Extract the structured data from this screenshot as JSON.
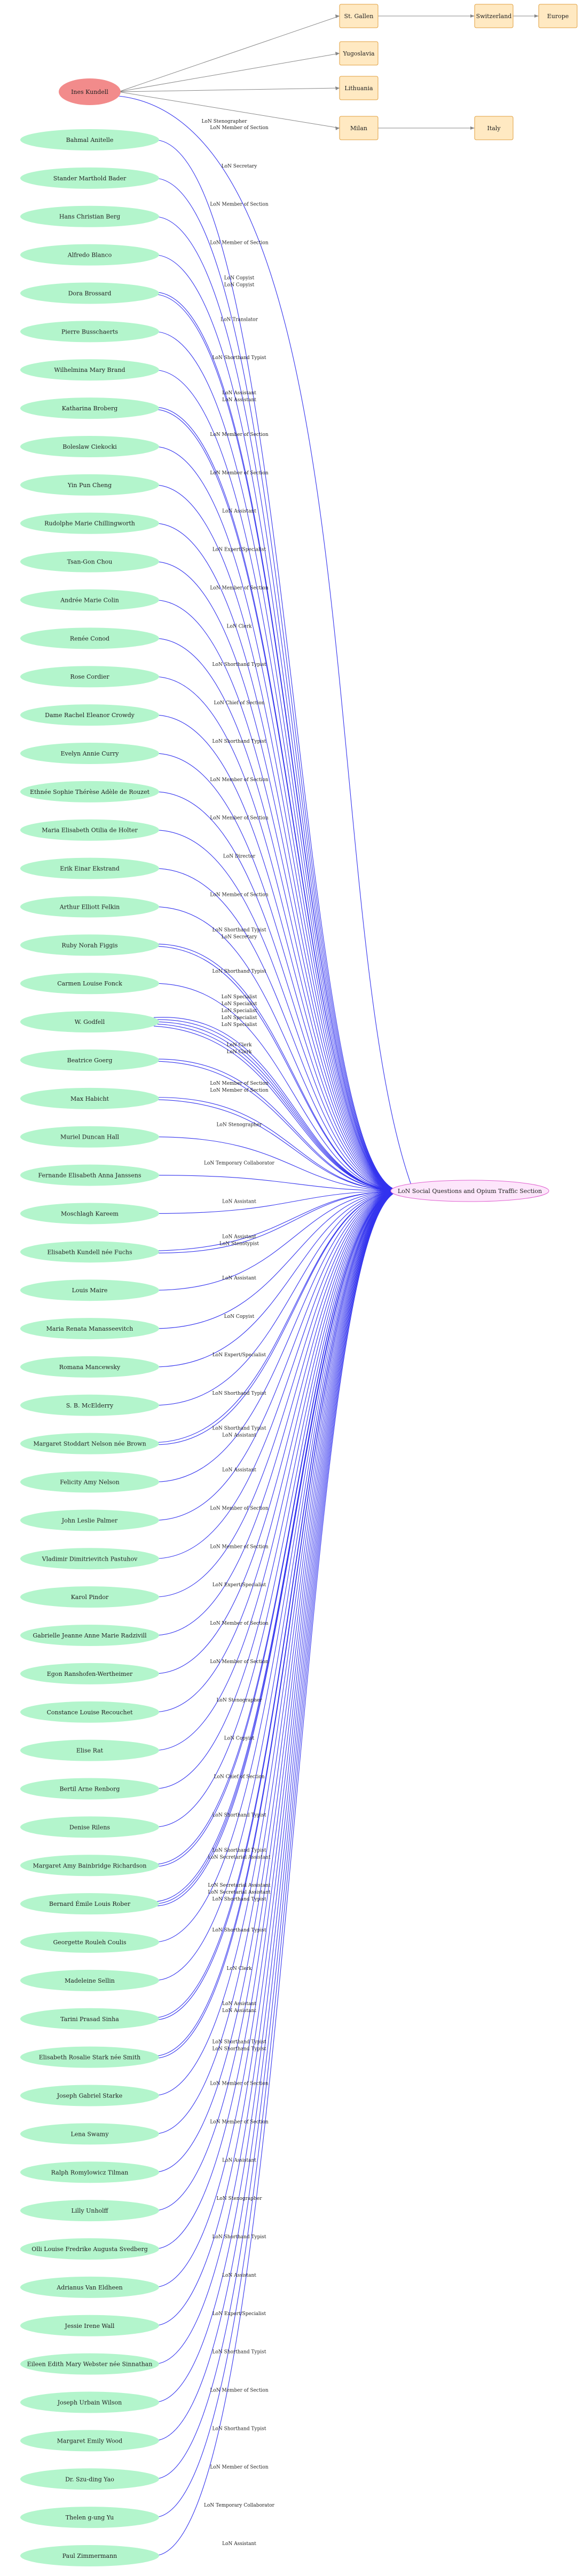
{
  "colors": {
    "person_fill": "#b3f5cc",
    "root_fill": "#f28b8b",
    "place_fill": "#ffe9c2",
    "place_stroke": "#e0a040",
    "hub_fill": "#fde6fb",
    "hub_stroke": "#e060d0",
    "edge_blue": "#3333ee",
    "edge_grey": "#888888"
  },
  "hub": {
    "label": "LoN Social Questions and Opium Traffic Section"
  },
  "root": {
    "label": "Ines Kundell"
  },
  "places": [
    {
      "id": "stgallen",
      "label": "St. Gallen"
    },
    {
      "id": "switzerland",
      "label": "Switzerland"
    },
    {
      "id": "europe",
      "label": "Europe"
    },
    {
      "id": "yugoslavia",
      "label": "Yugoslavia"
    },
    {
      "id": "lithuania",
      "label": "Lithuania"
    },
    {
      "id": "milan",
      "label": "Milan"
    },
    {
      "id": "italy",
      "label": "Italy"
    }
  ],
  "root_edges": [
    {
      "to": "stgallen",
      "label": ""
    },
    {
      "to": "yugoslavia",
      "label": ""
    },
    {
      "to": "lithuania",
      "label": ""
    },
    {
      "to": "milan",
      "label": ""
    },
    {
      "to": "hub",
      "label": "LoN Stenographer"
    }
  ],
  "place_edges": [
    {
      "from": "stgallen",
      "to": "switzerland"
    },
    {
      "from": "switzerland",
      "to": "europe"
    },
    {
      "from": "milan",
      "to": "italy"
    }
  ],
  "people": [
    {
      "label": "Bahmal Anitelle",
      "edges": [
        "LoN Member of Section"
      ]
    },
    {
      "label": "Stander Marthold Bader",
      "edges": [
        "LoN Secretary"
      ]
    },
    {
      "label": "Hans Christian Berg",
      "edges": [
        "LoN Member of Section"
      ]
    },
    {
      "label": "Alfredo Blanco",
      "edges": [
        "LoN Member of Section"
      ]
    },
    {
      "label": "Dora Brossard",
      "edges": [
        "LoN Copyist",
        "LoN Copyist"
      ]
    },
    {
      "label": "Pierre Busschaerts",
      "edges": [
        "LoN Translator"
      ]
    },
    {
      "label": "Wilhelmina Mary Brand",
      "edges": [
        "LoN Shorthand Typist"
      ]
    },
    {
      "label": "Katharina Broberg",
      "edges": [
        "LoN Assistant",
        "LoN Assistant"
      ]
    },
    {
      "label": "Boleslaw Ciekocki",
      "edges": [
        "LoN Member of Section"
      ]
    },
    {
      "label": "Yin Pun Cheng",
      "edges": [
        "LoN Member of Section"
      ]
    },
    {
      "label": "Rudolphe Marie Chillingworth",
      "edges": [
        "LoN Assistant"
      ]
    },
    {
      "label": "Tsan-Gon Chou",
      "edges": [
        "LoN Expert/Specialist"
      ]
    },
    {
      "label": "Andrée Marie Colin",
      "edges": [
        "LoN Member of Section"
      ]
    },
    {
      "label": "Renée Conod",
      "edges": [
        "LoN Clerk"
      ]
    },
    {
      "label": "Rose Cordier",
      "edges": [
        "LoN Shorthand Typist"
      ]
    },
    {
      "label": "Dame Rachel Eleanor Crowdy",
      "edges": [
        "LoN Chief of Section"
      ]
    },
    {
      "label": "Evelyn Annie Curry",
      "edges": [
        "LoN Shorthand Typist"
      ]
    },
    {
      "label": "Ethnée Sophie Thérèse Adèle de Rouzet",
      "edges": [
        "LoN Member of Section"
      ]
    },
    {
      "label": "Maria Elisabeth Otilia de Holter",
      "edges": [
        "LoN Member of Section"
      ]
    },
    {
      "label": "Erik Einar Ekstrand",
      "edges": [
        "LoN Director"
      ]
    },
    {
      "label": "Arthur Elliott Felkin",
      "edges": [
        "LoN Member of Section"
      ]
    },
    {
      "label": "Ruby Norah Figgis",
      "edges": [
        "LoN Shorthand Typist",
        "LoN Secretary"
      ]
    },
    {
      "label": "Carmen Louise Fonck",
      "edges": [
        "LoN Shorthand Typist"
      ]
    },
    {
      "label": "W. Godfell",
      "edges": [
        "LoN Specialist",
        "LoN Specialist",
        "LoN Specialist",
        "LoN Specialist",
        "LoN Specialist"
      ]
    },
    {
      "label": "Beatrice Goerg",
      "edges": [
        "LoN Clerk",
        "LoN Clerk"
      ]
    },
    {
      "label": "Max Habicht",
      "edges": [
        "LoN Member of Section",
        "LoN Member of Section"
      ]
    },
    {
      "label": "Muriel Duncan Hall",
      "edges": [
        "LoN Stenographer"
      ]
    },
    {
      "label": "Fernande Elisabeth Anna Janssens",
      "edges": [
        "LoN Temporary Collaborator"
      ]
    },
    {
      "label": "Moschlagh Kareem",
      "edges": [
        "LoN Assistant"
      ]
    },
    {
      "label": "Elisabeth Kundell née Fuchs",
      "edges": [
        "LoN Assistant",
        "LoN Stenotypist"
      ]
    },
    {
      "label": "Louis Maire",
      "edges": [
        "LoN Assistant"
      ]
    },
    {
      "label": "Maria Renata Manasseevitch",
      "edges": [
        "LoN Copyist"
      ]
    },
    {
      "label": "Romana Mancewsky",
      "edges": [
        "LoN Expert/Specialist"
      ]
    },
    {
      "label": "S. B. McElderry",
      "edges": [
        "LoN Shorthand Typist"
      ]
    },
    {
      "label": "Margaret Stoddart Nelson née Brown",
      "edges": [
        "LoN Shorthand Typist",
        "LoN Assistant"
      ]
    },
    {
      "label": "Felicity Amy Nelson",
      "edges": [
        "LoN Assistant"
      ]
    },
    {
      "label": "John Leslie Palmer",
      "edges": [
        "LoN Member of Section"
      ]
    },
    {
      "label": "Vladimir Dimitrievitch Pastuhov",
      "edges": [
        "LoN Member of Section"
      ]
    },
    {
      "label": "Karol Pindor",
      "edges": [
        "LoN Expert/Specialist"
      ]
    },
    {
      "label": "Gabrielle Jeanne Anne Marie Radzivill",
      "edges": [
        "LoN Member of Section"
      ]
    },
    {
      "label": "Egon Ranshofen-Wertheimer",
      "edges": [
        "LoN Member of Section"
      ]
    },
    {
      "label": "Constance Louise Recouchet",
      "edges": [
        "LoN Stenographer"
      ]
    },
    {
      "label": "Elise Rat",
      "edges": [
        "LoN Copyist"
      ]
    },
    {
      "label": "Bertil Arne Renborg",
      "edges": [
        "LoN Chief of Section"
      ]
    },
    {
      "label": "Denise Rilens",
      "edges": [
        "LoN Shorthand Typist"
      ]
    },
    {
      "label": "Margaret Amy Bainbridge Richardson",
      "edges": [
        "LoN Shorthand Typist",
        "LoN Secretarial Assistant"
      ]
    },
    {
      "label": "Bernard Émile Louis Rober",
      "edges": [
        "LoN Secretarial Assistant",
        "LoN Secretarial Assistant",
        "LoN Shorthand Typist"
      ]
    },
    {
      "label": "Georgette Rouleh Coulis",
      "edges": [
        "LoN Shorthand Typist"
      ]
    },
    {
      "label": "Madeleine Sellin",
      "edges": [
        "LoN Clerk"
      ]
    },
    {
      "label": "Tarini Prasad Sinha",
      "edges": [
        "LoN Assistant",
        "LoN Assistant"
      ]
    },
    {
      "label": "Elisabeth Rosalie Stark née Smith",
      "edges": [
        "LoN Shorthand Typist",
        "LoN Shorthand Typist"
      ]
    },
    {
      "label": "Joseph Gabriel Starke",
      "edges": [
        "LoN Member of Section"
      ]
    },
    {
      "label": "Lena Swamy",
      "edges": [
        "LoN Member of Section"
      ]
    },
    {
      "label": "Ralph Romylowicz Tilman",
      "edges": [
        "LoN Assistant"
      ]
    },
    {
      "label": "Lilly Unholff",
      "edges": [
        "LoN Stenographer"
      ]
    },
    {
      "label": "Olli Louise Fredrike Augusta Svedberg",
      "edges": [
        "LoN Shorthand Typist"
      ]
    },
    {
      "label": "Adrianus Van Eldheen",
      "edges": [
        "LoN Assistant"
      ]
    },
    {
      "label": "Jessie Irene Wall",
      "edges": [
        "LoN Expert/Specialist"
      ]
    },
    {
      "label": "Eileen Edith Mary Webster née Sinnathan",
      "edges": [
        "LoN Shorthand Typist"
      ]
    },
    {
      "label": "Joseph Urbain Wilson",
      "edges": [
        "LoN Member of Section"
      ]
    },
    {
      "label": "Margaret Emily Wood",
      "edges": [
        "LoN Shorthand Typist"
      ]
    },
    {
      "label": "Dr. Szu-ding Yao",
      "edges": [
        "LoN Member of Section"
      ]
    },
    {
      "label": "Thelen g-ung Yu",
      "edges": [
        "LoN Temporary Collaborator"
      ]
    },
    {
      "label": "Paul Zimmermann",
      "edges": [
        "LoN Assistant"
      ]
    }
  ]
}
